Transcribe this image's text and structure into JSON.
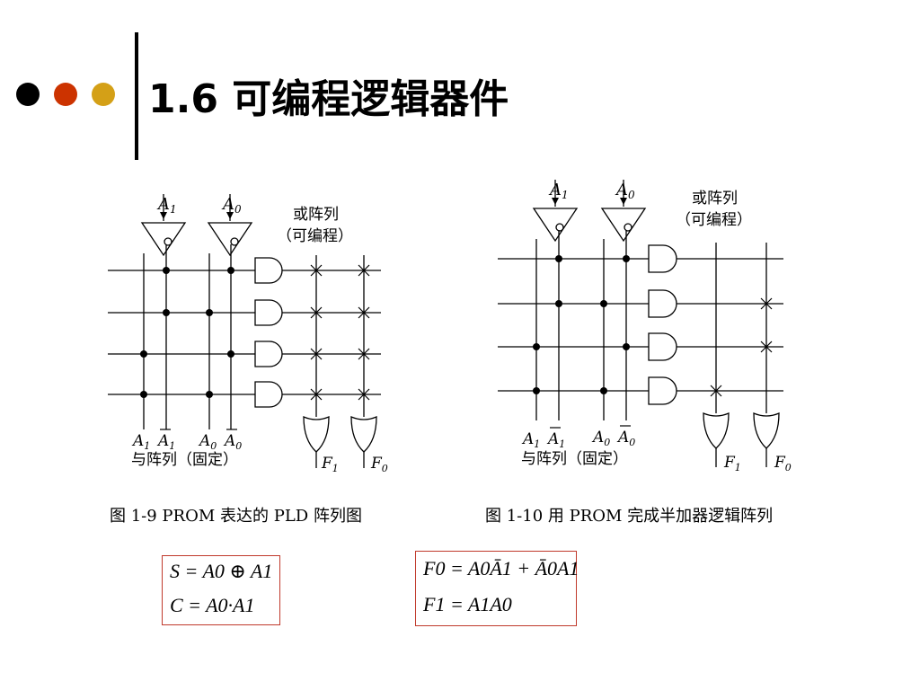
{
  "slide": {
    "title": "1.6  可编程逻辑器件",
    "bullet_colors": [
      "#000000",
      "#cc3300",
      "#d4a017"
    ]
  },
  "fig1": {
    "caption": "图 1-9 PROM 表达的 PLD 阵列图",
    "or_label_1": "或阵列",
    "or_label_2": "（可编程）",
    "and_label": "与阵列（固定）",
    "inputs": [
      "A",
      "A"
    ],
    "input_subs": [
      "1",
      "0"
    ],
    "col_labels": [
      "A",
      "A",
      "A",
      "A"
    ],
    "col_subs": [
      "1",
      "1",
      "0",
      "0"
    ],
    "outputs": [
      "F",
      "F"
    ],
    "output_subs": [
      "1",
      "0"
    ]
  },
  "fig2": {
    "caption": "图 1-10  用 PROM 完成半加器逻辑阵列",
    "or_label_1": "或阵列",
    "or_label_2": "（可编程）",
    "and_label": "与阵列（固定）",
    "inputs": [
      "A",
      "A"
    ],
    "input_subs": [
      "1",
      "0"
    ],
    "col_labels": [
      "A",
      "A",
      "A",
      "A"
    ],
    "col_subs": [
      "1",
      "1",
      "0",
      "0"
    ],
    "outputs": [
      "F",
      "F"
    ],
    "output_subs": [
      "1",
      "0"
    ]
  },
  "eq_left": {
    "line1": "S = A0 ⊕ A1",
    "line2": "C = A0·A1"
  },
  "eq_right": {
    "line1": "F0 = A0Ā1 + Ā0A1",
    "line2": "F1 = A1A0"
  }
}
